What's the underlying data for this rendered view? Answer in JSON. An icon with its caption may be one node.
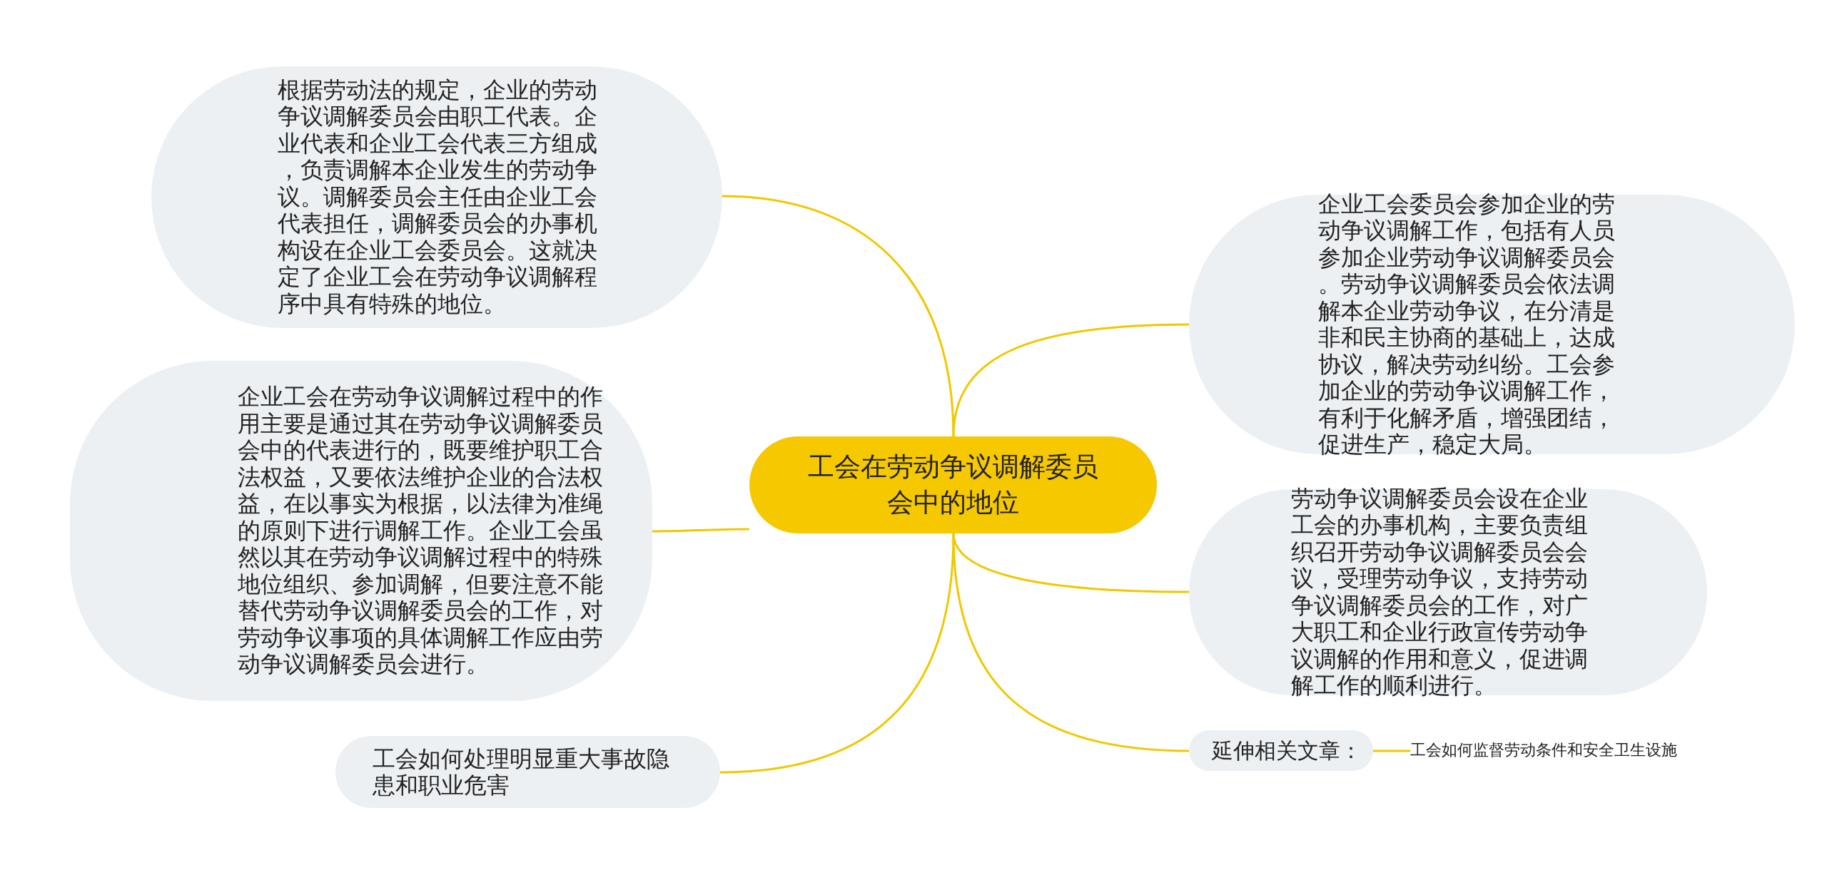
{
  "diagram": {
    "nodes": [
      {
        "text": [
          "工会在劳动争议调解委员会中的地位"
        ]
      },
      {
        "text": [
          "根据劳动法的规定，企业的劳动争议调解委员会由职工代表。企业代表和企业工会代表三方组成，负责调解本企业发生的劳动争议。调解委员会主任由企业工会代表担任，调解委员会的办事机构设在企业工会委员会。这就决定了企业工会在劳动争议调解程序中具有特殊的地位。"
        ]
      },
      {
        "text": [
          "企业工会在劳动争议调解过程中的作用主要是通过其在劳动争议调解委员会中的代表进行的，既要维护职工合法权益，又要依法维护企业的合法权益，在以事实为根据，以法律为准绳的原则下进行调解工作。企业工会虽然以其在劳动争议调解过程中的特殊地位组织、参加调解，但要注意不能替代劳动争议调解委员会的工作，对劳动争议事项的具体调解工作应由劳动争议调解委员会进行。"
        ]
      },
      {
        "text": [
          "工会如何处理明显重大事故隐患和职业危害"
        ]
      },
      {
        "text": [
          "企业工会委员会参加企业的劳动争议调解工作，包括有人员参加企业劳动争议调解委员会。劳动争议调解委员会依法调解本企业劳动争议，在分清是非和民主协商的基础上，达成协议，解决劳动纠纷。工会参加企业的劳动争议调解工作，有利于化解矛盾，增强团结，促进生产，稳定大局。"
        ]
      },
      {
        "text": [
          "劳动争议调解委员会设在企业工会的办事机构，主要负责组织召开劳动争议调解委员会会议，受理劳动争议，支持劳动争议调解委员会的工作，对广大职工和企业行政宣传劳动争议调解的作用和意义，促进调解工作的顺利进行。"
        ]
      },
      {
        "text": [
          "延伸相关文章："
        ]
      },
      {
        "text": [
          "工会如何监督劳动条件和安全卫生设施"
        ]
      }
    ],
    "edges": [
      {
        "from": 0,
        "to": 1,
        "arrow": "none"
      },
      {
        "from": 0,
        "to": 2,
        "arrow": "none"
      },
      {
        "from": 0,
        "to": 3,
        "arrow": "none"
      },
      {
        "from": 0,
        "to": 4,
        "arrow": "none"
      },
      {
        "from": 0,
        "to": 5,
        "arrow": "none"
      },
      {
        "from": 0,
        "to": 6,
        "arrow": "none"
      },
      {
        "from": 6,
        "to": 7,
        "arrow": "none"
      }
    ]
  }
}
